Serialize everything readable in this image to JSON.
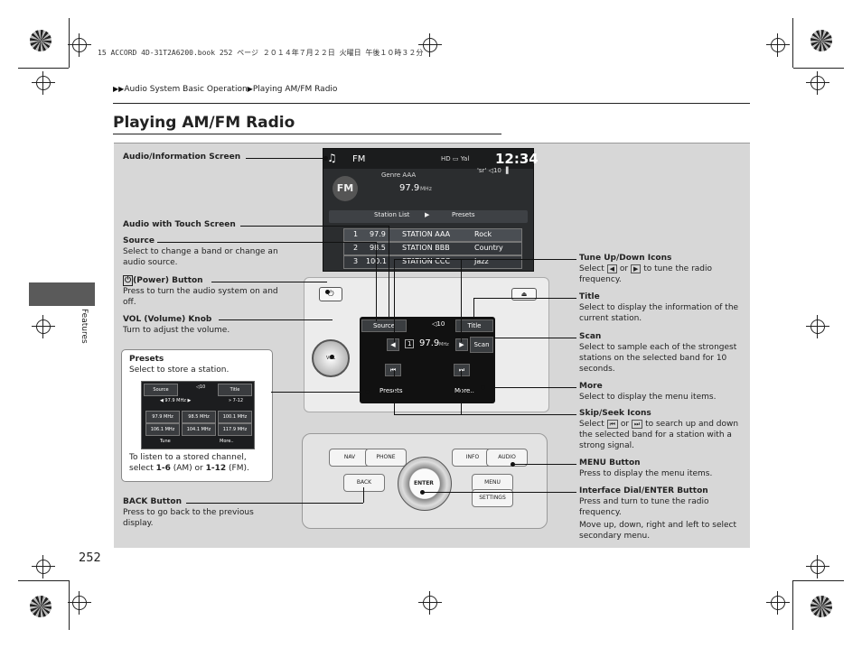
{
  "print_header": "15 ACCORD 4D-31T2A6200.book  252 ページ  ２０１４年７月２２日  火曜日  午後１０時３２分",
  "breadcrumb": {
    "arrows": "▶▶",
    "parent": "Audio System Basic Operation",
    "sep": "▶",
    "current": "Playing AM/FM Radio"
  },
  "page_title": "Playing AM/FM Radio",
  "side_tab_label": "Features",
  "page_number": "252",
  "screen_top": {
    "band": "FM",
    "clock": "12:34",
    "status": "HD ▭ Yal",
    "channel": "'sr' ◁10 ▐",
    "genre": "Genre AAA",
    "freq": "97.9",
    "mhz": "MHz",
    "logo": "FM",
    "tab_station_list": "Station List",
    "tab_presets": "Presets",
    "rows": [
      {
        "num": "1",
        "freq": "97.9",
        "station": "STATION AAA",
        "genre": "Rock"
      },
      {
        "num": "2",
        "freq": "98.5",
        "station": "STATION BBB",
        "genre": "Country"
      },
      {
        "num": "3",
        "freq": "100.1",
        "station": "STATION CCC",
        "genre": "Jazz"
      }
    ]
  },
  "touch_screen": {
    "source": "Source",
    "volume": "◁10",
    "title": "Title",
    "freq": "97.9",
    "mhz": "MHz",
    "preset_num": "1",
    "scan": "Scan",
    "presets": "Presets",
    "more": "More..",
    "prev": "◀",
    "next": "▶",
    "skip_back": "⏮",
    "skip_fwd": "⏭"
  },
  "knob_label": "VOL",
  "console": {
    "nav": "NAV",
    "phone": "PHONE",
    "info": "INFO",
    "audio": "AUDIO",
    "back": "BACK",
    "menu": "MENU",
    "settings": "SETTINGS",
    "enter": "ENTER"
  },
  "callouts_left": {
    "audio_info_screen": "Audio/Information Screen",
    "audio_touch_screen": "Audio with Touch Screen",
    "source_title": "Source",
    "source_desc": "Select to change a band or change an audio source.",
    "power_title": "(Power) Button",
    "power_desc": "Press to turn the audio system on and off.",
    "vol_title": "VOL (Volume) Knob",
    "vol_desc": "Turn to adjust the volume.",
    "back_title": "BACK Button",
    "back_desc": "Press to go back to the previous display."
  },
  "presets_box": {
    "title": "Presets",
    "desc": "Select to store a station.",
    "note_prefix": "To listen to a stored channel, select ",
    "note_am": "1-6",
    "note_mid": " (AM) or ",
    "note_fm": "1-12",
    "note_suffix": " (FM).",
    "mini": {
      "source": "Source",
      "vol": "◁10",
      "title": "Title",
      "freq": "◀ 97.9 MHz ▶",
      "page": "» 7-12",
      "cells": [
        "97.9 MHz",
        "98.5 MHz",
        "100.1 MHz",
        "106.1 MHz",
        "104.1 MHz",
        "117.9 MHz"
      ],
      "tune": "Tune",
      "more": "More.."
    }
  },
  "callouts_right": {
    "tune_title": "Tune Up/Down Icons",
    "tune_desc_a": "Select ",
    "tune_icon_left": "◀",
    "tune_desc_or": " or ",
    "tune_icon_right": "▶",
    "tune_desc_b": " to tune the radio frequency.",
    "title_title": "Title",
    "title_desc": "Select to display the information of the current station.",
    "scan_title": "Scan",
    "scan_desc": "Select to sample each of the strongest stations on the selected band for 10 seconds.",
    "more_title": "More",
    "more_desc": "Select to display the menu items.",
    "skip_title": "Skip/Seek Icons",
    "skip_desc_a": "Select ",
    "skip_icon_back": "⏮",
    "skip_desc_or": " or ",
    "skip_icon_fwd": "⏭",
    "skip_desc_b": " to search up and down the selected band for a station with a strong signal.",
    "menu_title": "MENU Button",
    "menu_desc": "Press to display the menu items.",
    "dial_title": "Interface Dial/ENTER Button",
    "dial_desc1": "Press and turn to tune the radio frequency.",
    "dial_desc2": "Move up, down, right and left to select secondary menu."
  }
}
